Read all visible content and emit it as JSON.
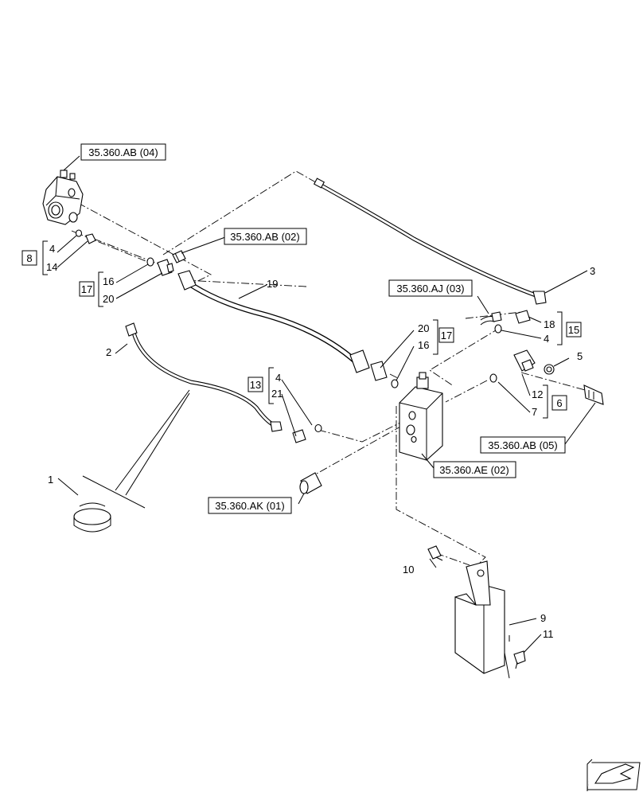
{
  "references": {
    "r_ab04": "35.360.AB (04)",
    "r_ab02": "35.360.AB (02)",
    "r_aj03": "35.360.AJ (03)",
    "r_ab05": "35.360.AB (05)",
    "r_ae02": "35.360.AE (02)",
    "r_ak01": "35.360.AK (01)"
  },
  "groups": {
    "g8": "8",
    "g17a": "17",
    "g13": "13",
    "g17b": "17",
    "g15": "15",
    "g6": "6"
  },
  "parts": {
    "p1": "1",
    "p2": "2",
    "p3": "3",
    "p4a": "4",
    "p14": "14",
    "p16a": "16",
    "p20a": "20",
    "p19": "19",
    "p4b": "4",
    "p21": "21",
    "p20b": "20",
    "p16b": "16",
    "p18": "18",
    "p4c": "4",
    "p5": "5",
    "p12": "12",
    "p7": "7",
    "p10": "10",
    "p9": "9",
    "p11": "11"
  },
  "icons": {
    "corner": "view-orientation-arrow-icon"
  }
}
